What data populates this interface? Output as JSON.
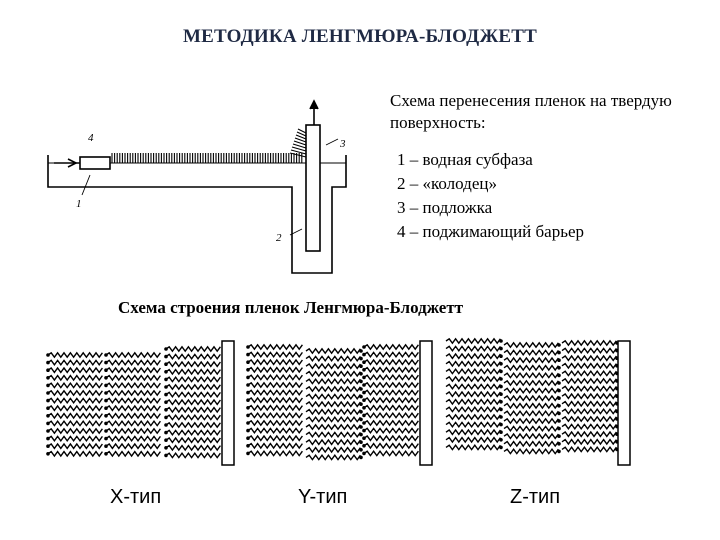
{
  "title": "МЕТОДИКА ЛЕНГМЮРА-БЛОДЖЕТТ",
  "scheme": {
    "caption": "Схема перенесения пленок на твердую поверхность:",
    "labels": [
      "4",
      "1",
      "3",
      "2"
    ],
    "legend": [
      "1 – водная субфаза",
      "2 – «колодец»",
      "3 – подложка",
      "4 – поджимающий барьер"
    ]
  },
  "structure": {
    "title": "Схема строения пленок Ленгмюра-Блоджетт",
    "types": [
      "X-тип",
      "Y-тип",
      "Z-тип"
    ]
  }
}
